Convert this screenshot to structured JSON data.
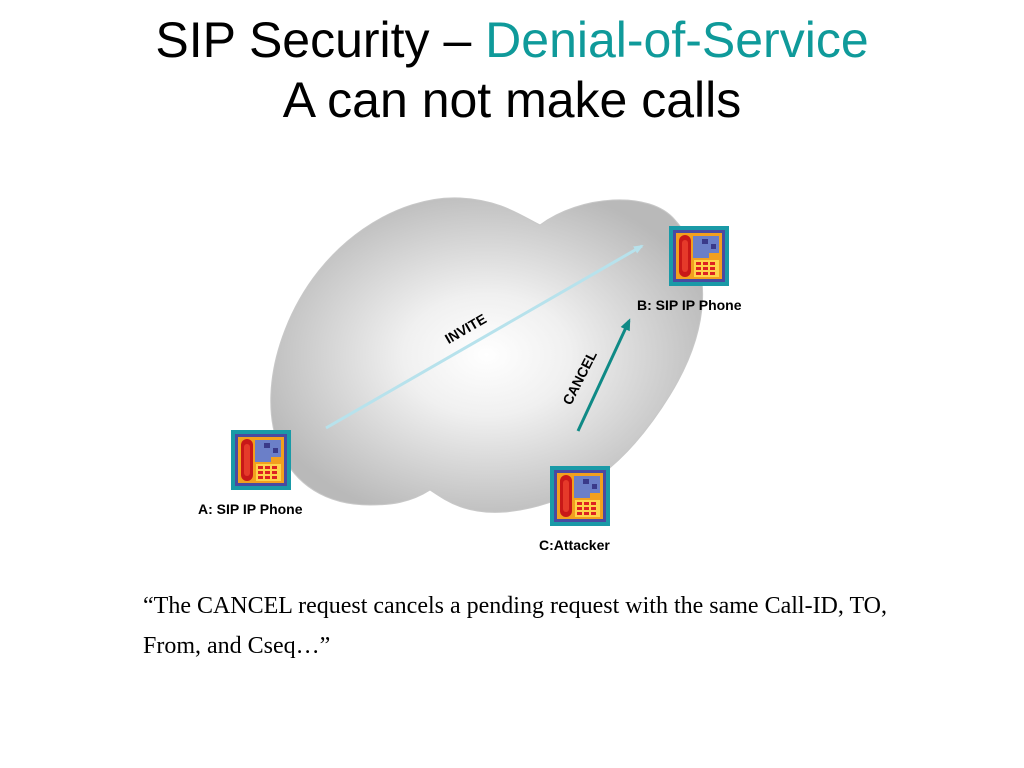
{
  "slide": {
    "title_part1": "SIP Security – ",
    "title_accent": "Denial-of-Service",
    "title_line2": "A can not make calls"
  },
  "diagram": {
    "invite_label": "INVITE",
    "cancel_label": "CANCEL",
    "phone_a_label": "A: SIP IP Phone",
    "phone_b_label": "B: SIP IP Phone",
    "attacker_label": "C:Attacker"
  },
  "quote": {
    "text": "“The CANCEL request cancels a pending request with the same Call-ID, TO, From, and Cseq…”"
  },
  "colors": {
    "accent": "#0f9a9a",
    "invite_arrow": "#b7e2ec",
    "cancel_arrow": "#0f8a86",
    "icon_frame": "#1a9aa7"
  }
}
